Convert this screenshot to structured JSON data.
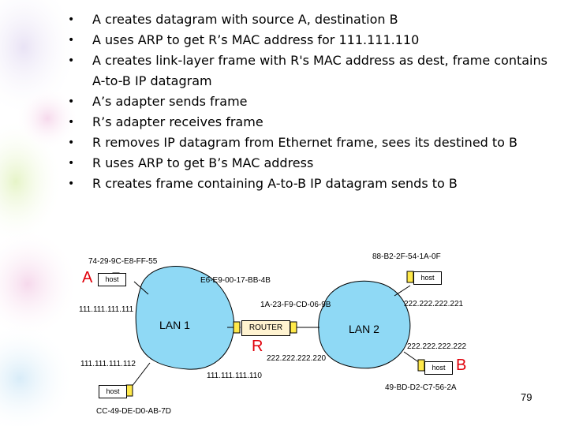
{
  "bullets": [
    "A creates datagram with source A, destination B",
    "A uses ARP to get R’s MAC address for 111.111.110",
    "A creates link-layer frame with R's MAC address as dest, frame contains A-to-B IP datagram",
    "A’s adapter sends frame",
    "R’s adapter receives frame",
    "R removes IP datagram from Ethernet frame, sees its destined to B",
    "R uses ARP to get B’s MAC address",
    "R creates frame containing A-to-B IP datagram sends to B"
  ],
  "bullet_symbol": "•",
  "diagram": {
    "host_label": "host",
    "router_label": "ROUTER",
    "node_a": "A",
    "node_r": "R",
    "node_b": "B",
    "lan1": "LAN 1",
    "lan2": "LAN 2",
    "mac_a": "74-29-9C-E8-FF-55",
    "ip_a": "111.111.111.111",
    "mac_r_lan1": "E6-E9-00-17-BB-4B",
    "ip_r_lan1": "111.111.111.110",
    "mac_r_lan2": "1A-23-F9-CD-06-9B",
    "ip_r_lan2": "222.222.222.220",
    "ip_host2": "111.111.111.112",
    "mac_host2": "CC-49-DE-D0-AB-7D",
    "mac_host_top_right": "88-B2-2F-54-1A-0F",
    "ip_host_top_right": "222.222.222.221",
    "ip_b": "222.222.222.222",
    "mac_b": "49-BD-D2-C7-56-2A"
  },
  "page_number": "79",
  "colors": {
    "accent_red": "#e0000a",
    "lan_fill": "#8fd9f5",
    "router_fill": "#fff3d0"
  }
}
